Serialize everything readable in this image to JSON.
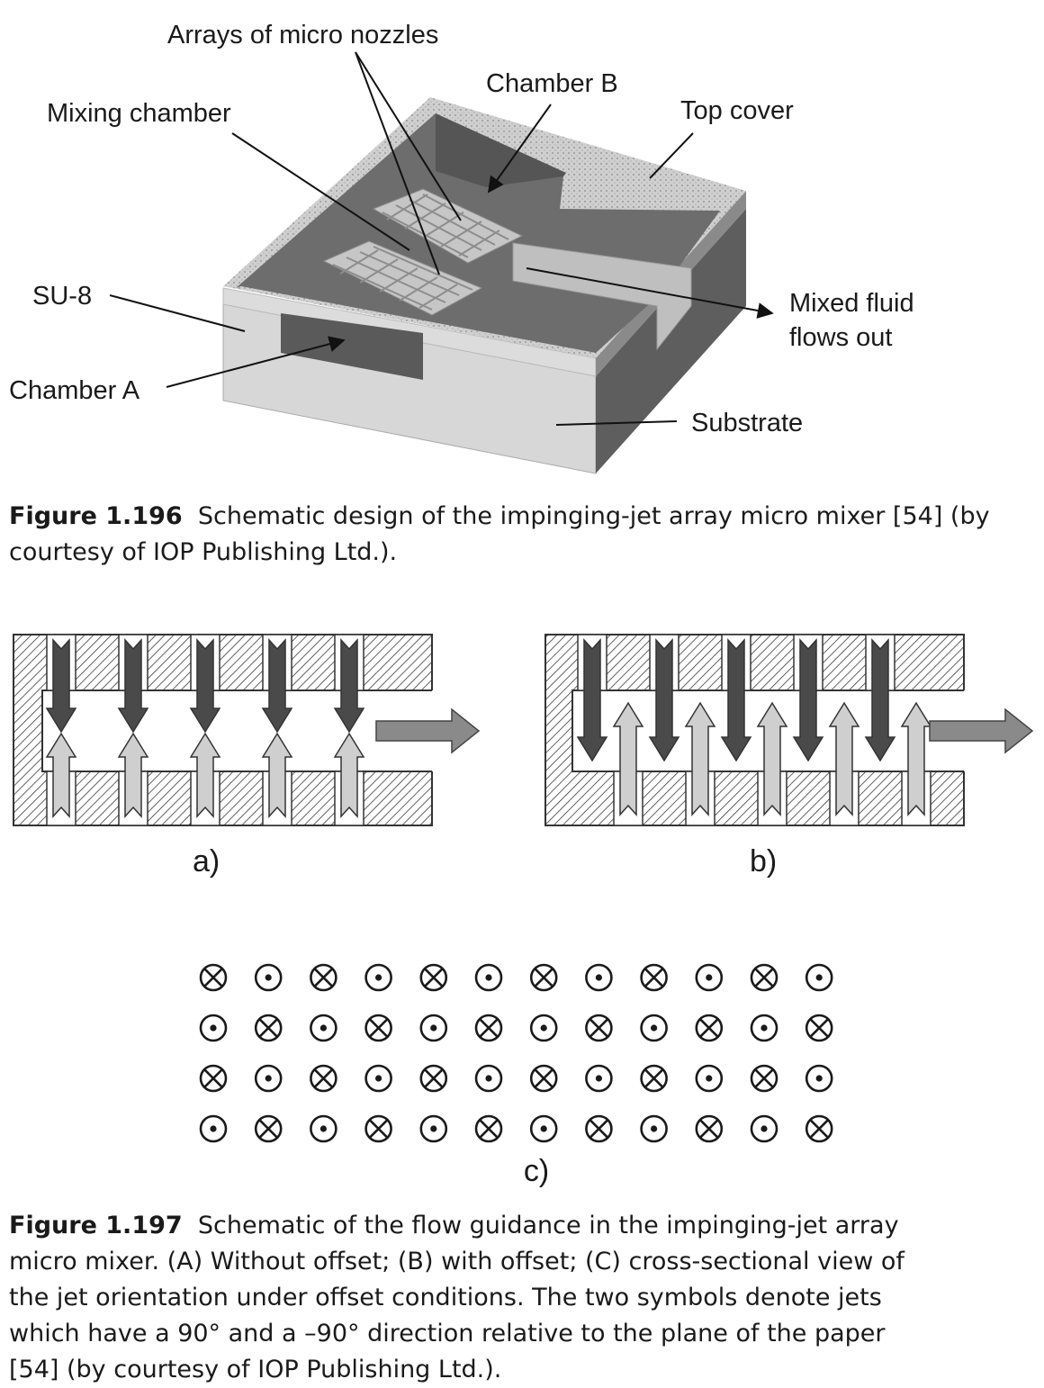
{
  "figure196": {
    "labels": {
      "arrays": "Arrays of micro nozzles",
      "mixing": "Mixing chamber",
      "chamberB": "Chamber B",
      "topCover": "Top cover",
      "su8": "SU-8",
      "mixedLine1": "Mixed fluid",
      "mixedLine2": "flows out",
      "chamberA": "Chamber A",
      "substrate": "Substrate"
    },
    "caption_number": "Figure 1.196",
    "caption_text": "Schematic design of the impinging-jet array micro mixer [54] (by courtesy of IOP Publishing Ltd.)."
  },
  "figure197": {
    "panel_a_label": "a)",
    "panel_b_label": "b)",
    "panel_c_label": "c)",
    "jets_per_side": 5,
    "grid": {
      "rows": 4,
      "cols": 12,
      "first_symbol": "cross",
      "symbols": {
        "cross": "jet into the page (-90°)",
        "dot": "jet out of the page (90°)"
      }
    },
    "caption_number": "Figure 1.197",
    "caption_text": "Schematic of the flow guidance in the impinging-jet array micro mixer. (A) Without offset; (B) with offset; (C) cross-sectional view of the jet orientation under offset conditions. The two symbols denote jets which have a 90° and a –90° direction relative to the plane of the paper [54] (by courtesy of IOP Publishing Ltd.)."
  },
  "colors": {
    "dark_gray": "#5f5f5f",
    "mid_gray": "#7e7e7e",
    "light_gray": "#d9d9d9",
    "hatch_line": "#333333",
    "jet_dark": "#4a4a4a",
    "jet_light": "#cfcfcf"
  }
}
